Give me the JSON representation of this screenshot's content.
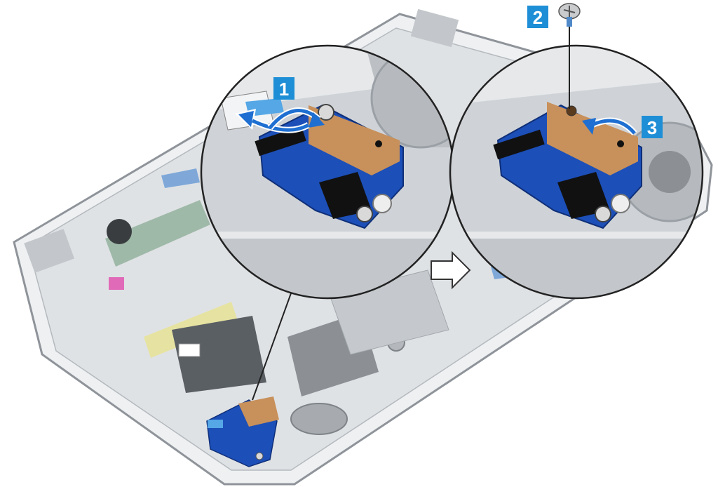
{
  "steps": [
    {
      "number": "1",
      "action": "disconnect-cable"
    },
    {
      "number": "2",
      "action": "remove-screw"
    },
    {
      "number": "3",
      "action": "lift-board"
    }
  ],
  "colors": {
    "callout_blue": "#1e8fd6",
    "board_blue": "#1c4fb8",
    "board_copper": "#c8905a",
    "chassis_gray": "#c9cdd1",
    "chassis_dark": "#9aa0a6",
    "arrow_blue": "#1e6fd1"
  },
  "icons": [
    "screw-icon",
    "direction-arrow-icon",
    "curved-arrow-icon"
  ]
}
